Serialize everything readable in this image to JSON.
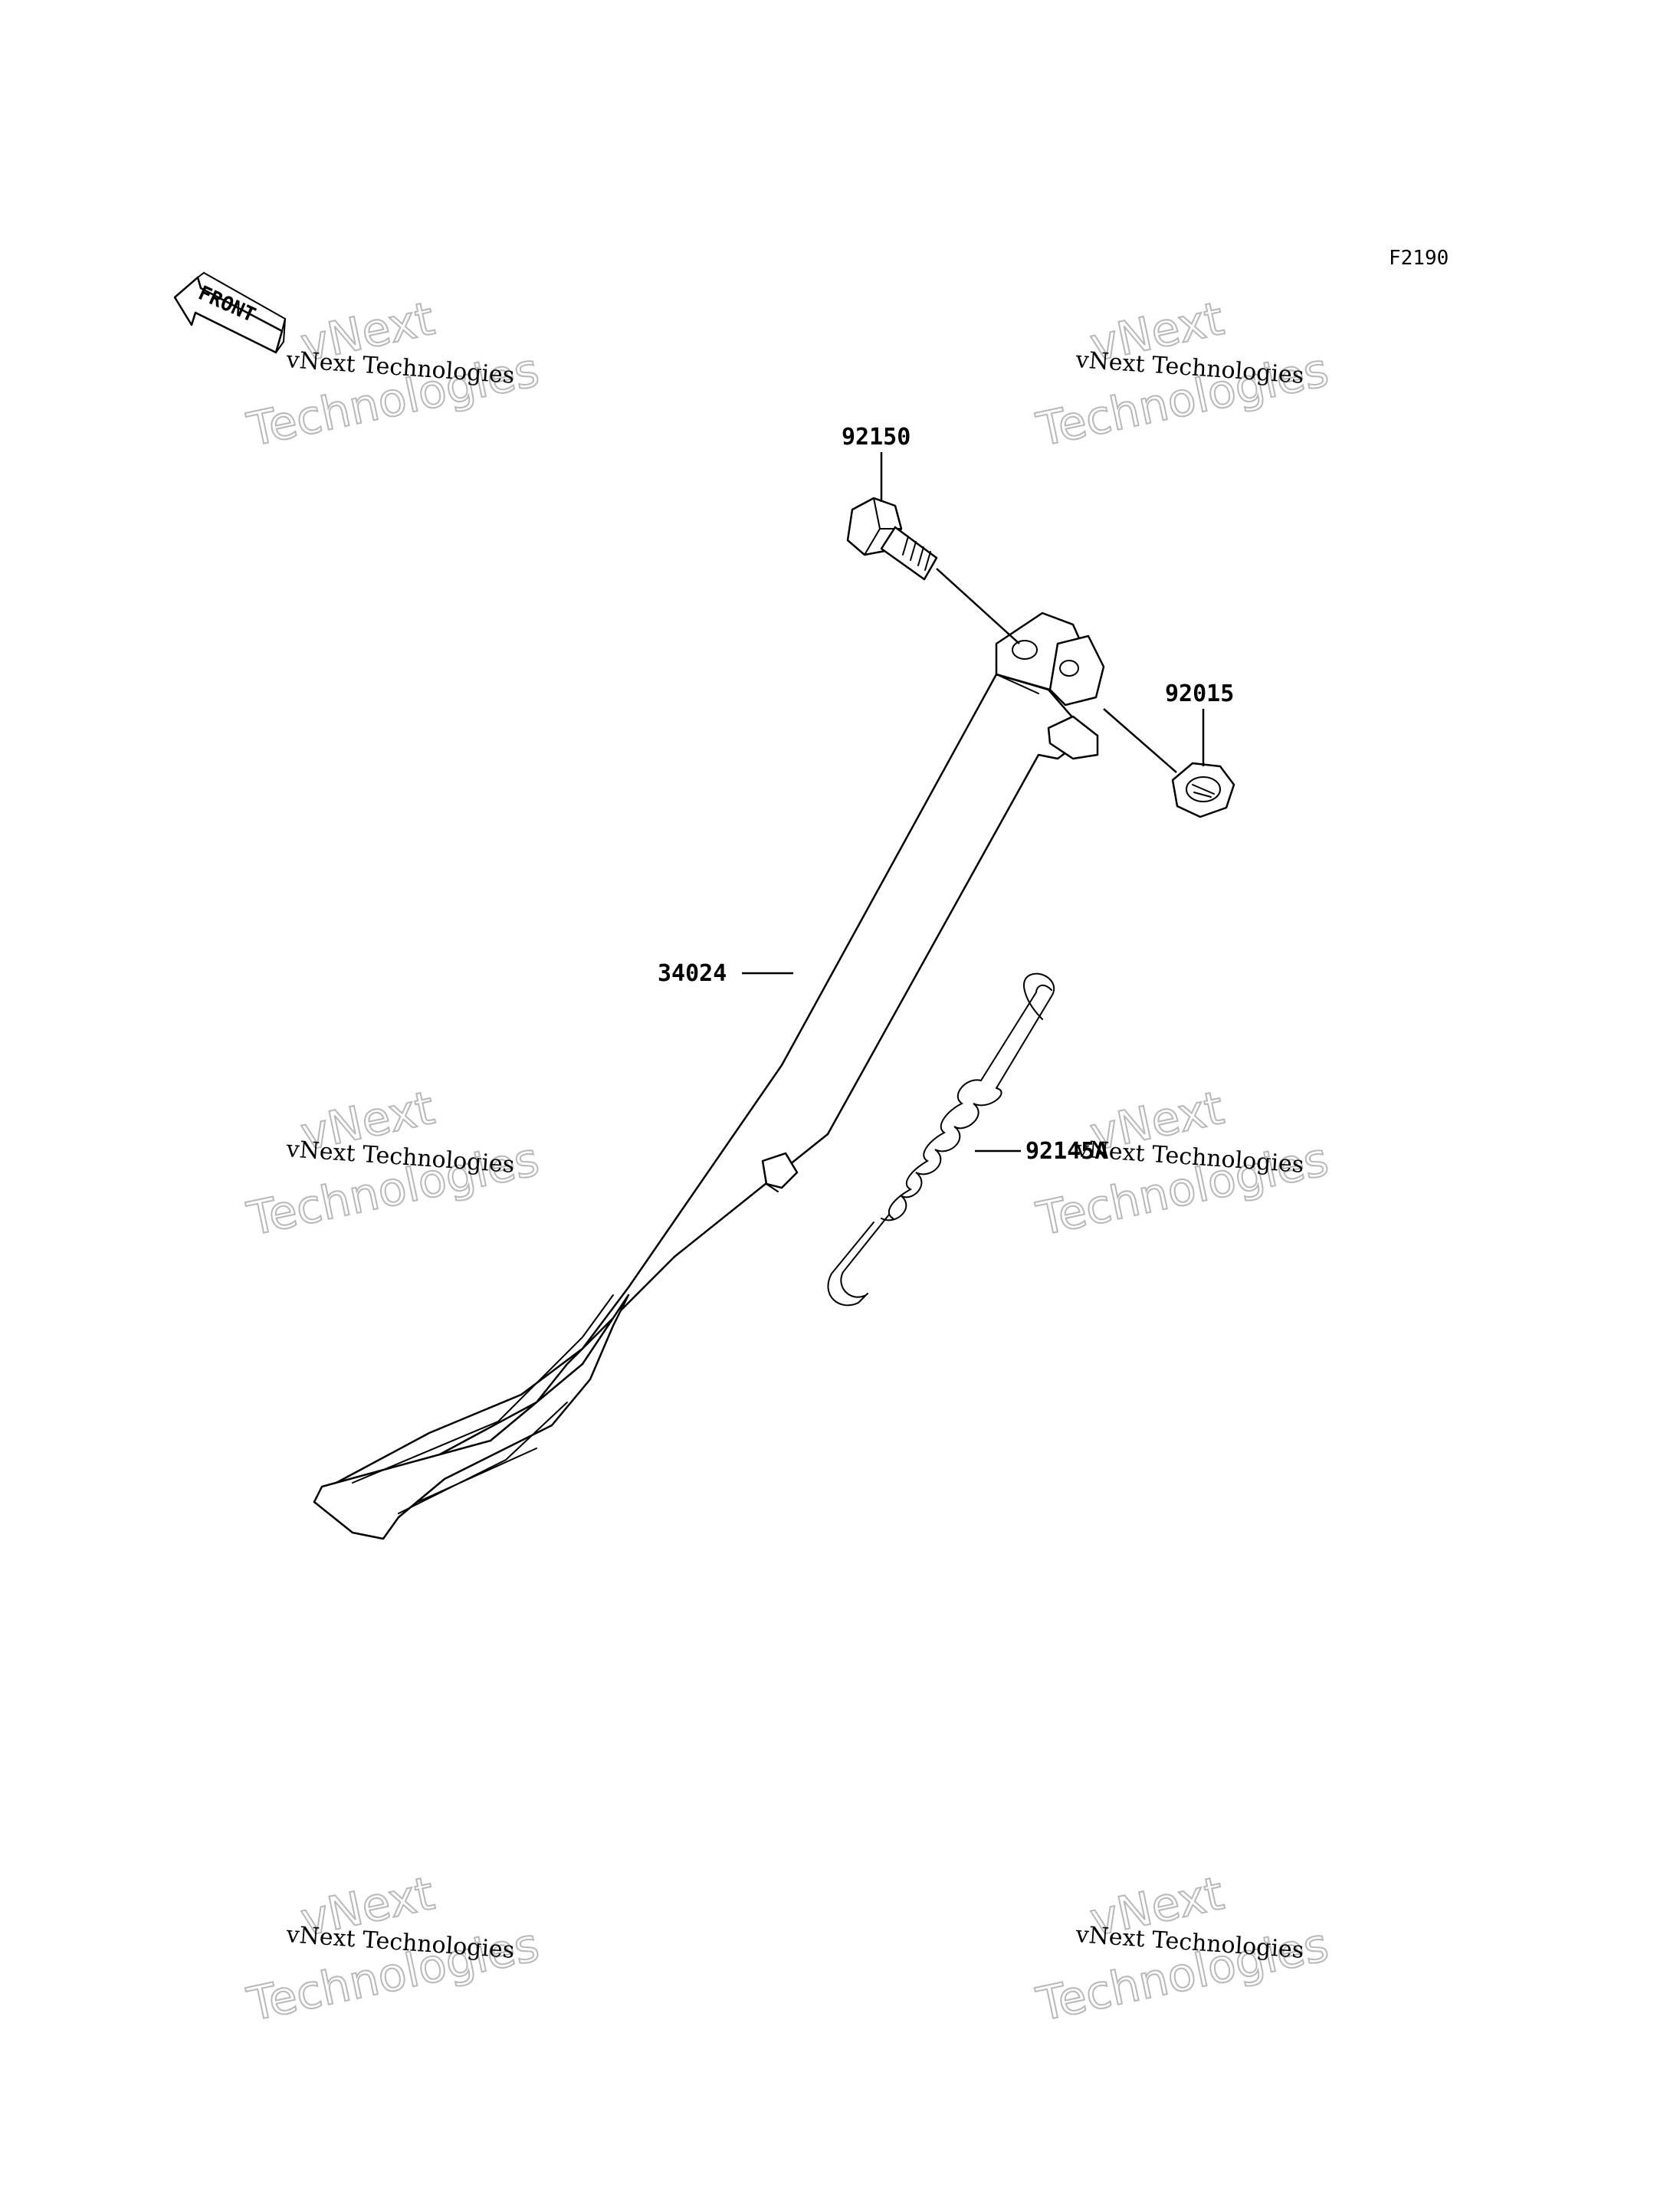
{
  "diagram_code": "F2190",
  "front_arrow_label": "FRONT",
  "parts": {
    "bolt": "92150",
    "nut": "92015",
    "side_stand": "34024",
    "spring": "92145A"
  },
  "watermark": {
    "line_small": "vNext Technologies",
    "line_big_1": "vNext",
    "line_big_2": "Technologies"
  }
}
